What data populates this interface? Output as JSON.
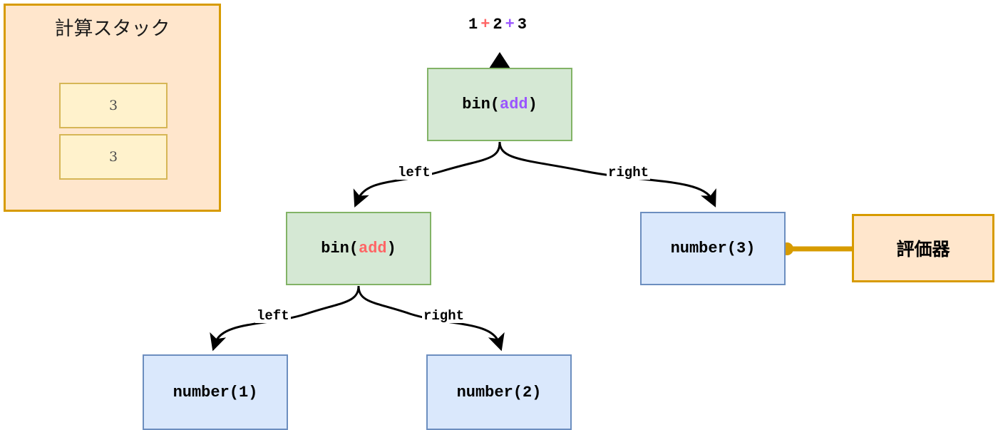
{
  "diagram": {
    "type": "ast-evaluation-diagram",
    "background": "#ffffff"
  },
  "stack_panel": {
    "title": "計算スタック",
    "fill": "#ffe6cc",
    "stroke": "#d79b00",
    "cells": [
      {
        "value": "3"
      },
      {
        "value": "3"
      }
    ]
  },
  "expression": {
    "tokens": [
      {
        "text": "1",
        "color": "#000000"
      },
      {
        "text": "+",
        "color": "#ff6666"
      },
      {
        "text": "2",
        "color": "#000000"
      },
      {
        "text": "+",
        "color": "#9a56ff"
      },
      {
        "text": "3",
        "color": "#000000"
      }
    ],
    "plain": "1 + 2 + 3"
  },
  "nodes": {
    "root": {
      "prefix": "bin(",
      "op": "add",
      "suffix": ")",
      "op_color": "#9a56ff",
      "fill": "#d5e8d4",
      "stroke": "#82b366"
    },
    "bin2": {
      "prefix": "bin(",
      "op": "add",
      "suffix": ")",
      "op_color": "#ff6666",
      "fill": "#d5e8d4",
      "stroke": "#82b366"
    },
    "num3": {
      "label": "number(3)",
      "fill": "#dae8fc",
      "stroke": "#6c8ebf"
    },
    "num1": {
      "label": "number(1)",
      "fill": "#dae8fc",
      "stroke": "#6c8ebf"
    },
    "num2": {
      "label": "number(2)",
      "fill": "#dae8fc",
      "stroke": "#6c8ebf"
    },
    "evaluator": {
      "label": "評価器",
      "fill": "#ffe6cc",
      "stroke": "#d79b00"
    }
  },
  "edges": {
    "root_left": "left",
    "root_right": "right",
    "bin2_left": "left",
    "bin2_right": "right",
    "pointer_color": "#d79b00"
  }
}
